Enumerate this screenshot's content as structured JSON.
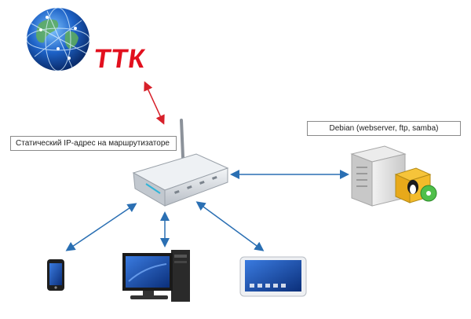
{
  "logo": {
    "text": "ТТК",
    "color": "#e2101e"
  },
  "labels": {
    "router": "Статический IP-адрес на маршрутизаторе",
    "server": "Debian (webserver, ftp, samba)"
  },
  "colors": {
    "link_internet": "#d7202a",
    "link_lan": "#2a6fb3"
  },
  "nodes": [
    {
      "name": "internet-globe-icon"
    },
    {
      "name": "wifi-router-icon"
    },
    {
      "name": "debian-server-icon"
    },
    {
      "name": "smartphone-icon"
    },
    {
      "name": "desktop-computer-icon"
    },
    {
      "name": "tablet-icon"
    }
  ]
}
